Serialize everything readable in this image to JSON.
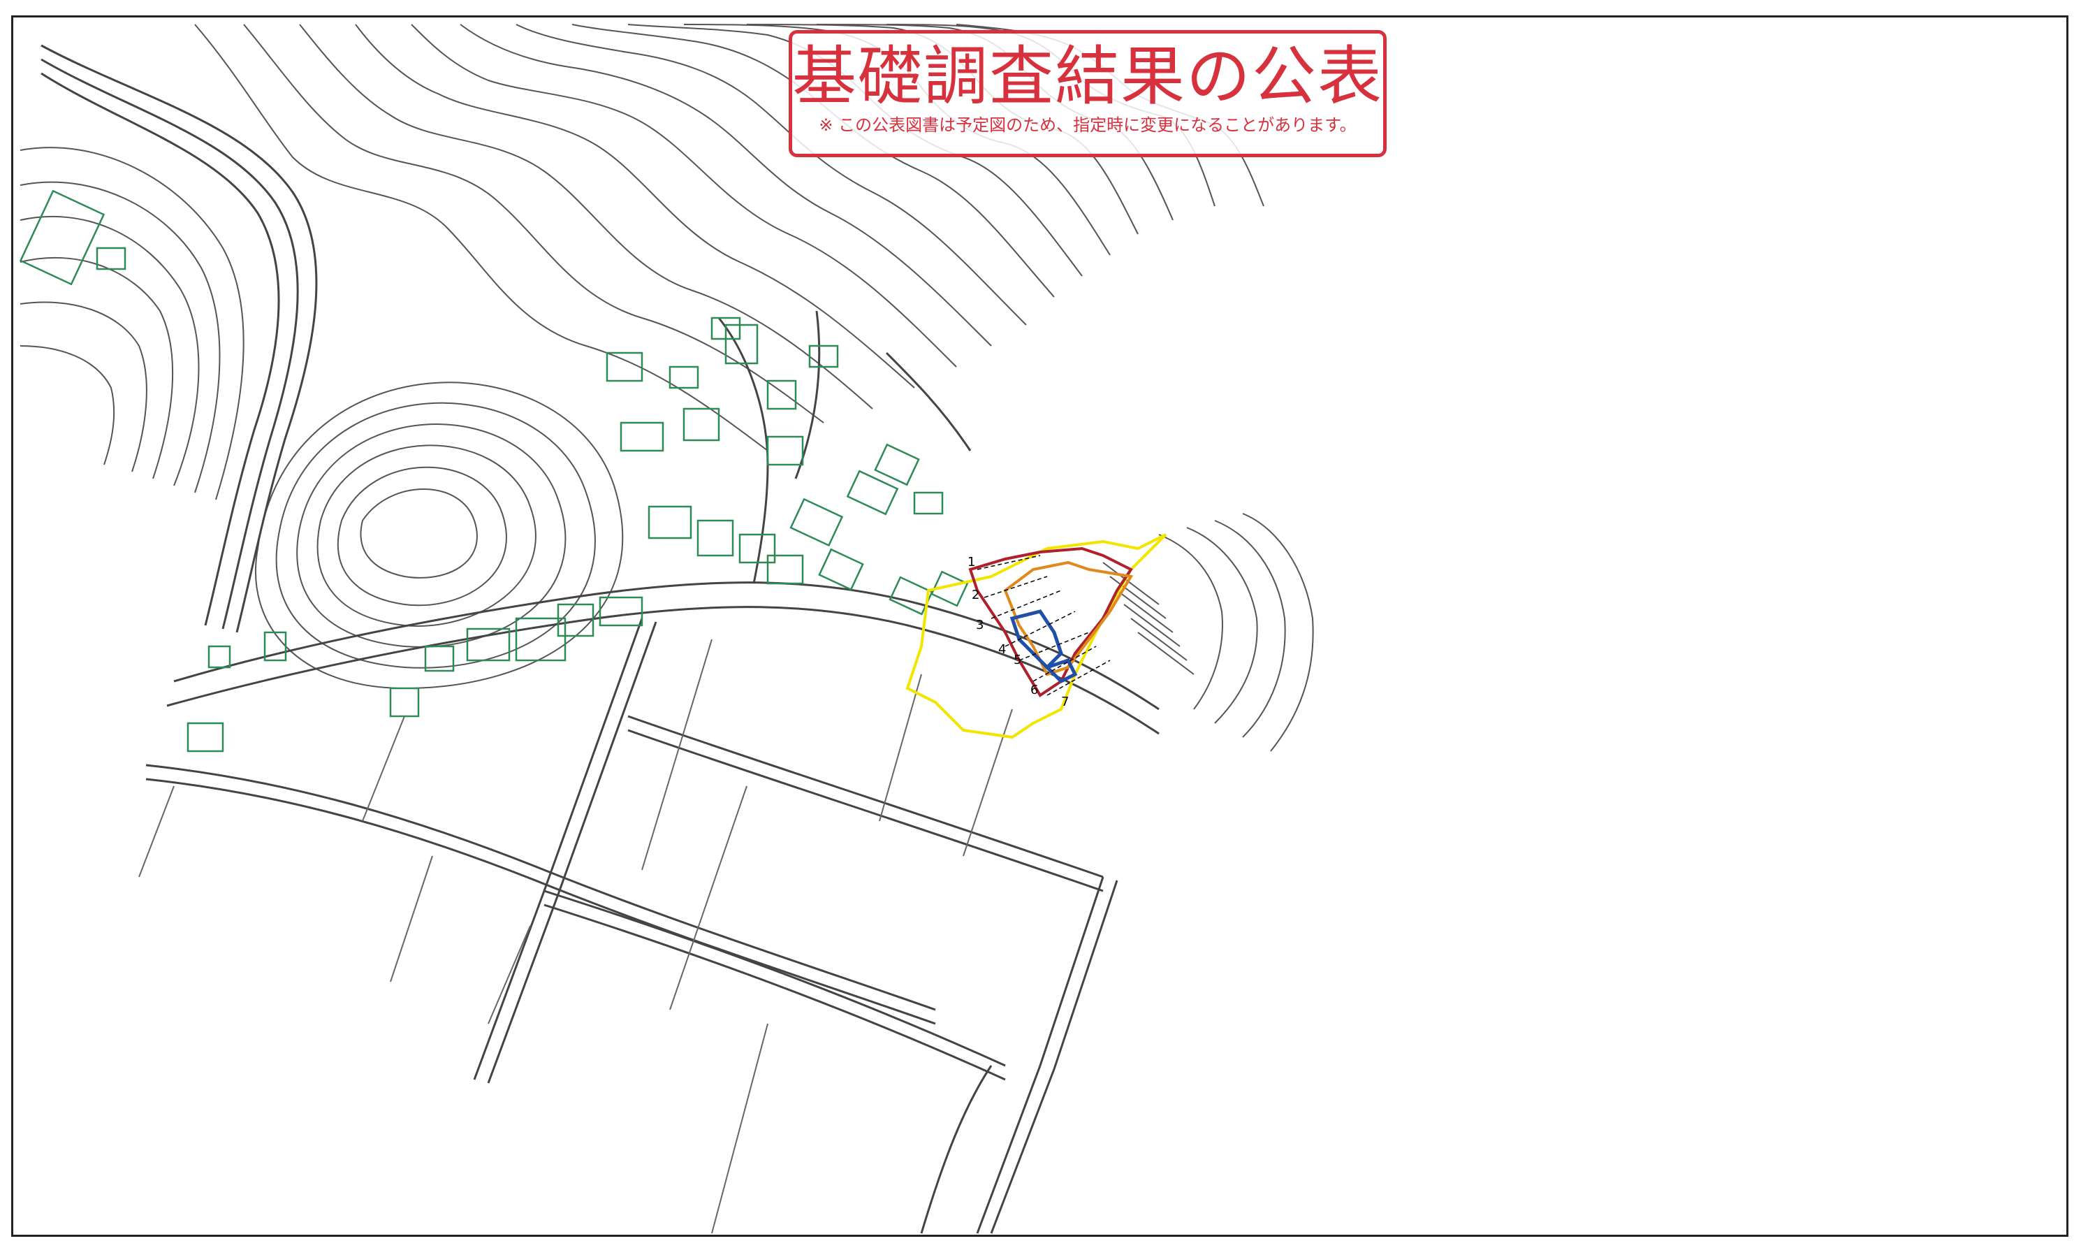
{
  "stamp": {
    "title": "基礎調査結果の公表",
    "note": "※ この公表図書は予定図のため、指定時に変更になることがあります。"
  },
  "slope_section_numbers": [
    "1",
    "2",
    "3",
    "4",
    "5",
    "6",
    "7"
  ],
  "colors": {
    "contour": "#555555",
    "road": "#444444",
    "building": "#2e8b57",
    "stamp": "#d8313e",
    "zone_yellow": "#f2e600",
    "zone_red": "#b0202a",
    "zone_orange": "#e08a1e",
    "zone_blue": "#1f4fa8"
  },
  "layers": {
    "contours": "contour-lines",
    "buildings": "building-outlines",
    "roads": "road-lines",
    "fields": "field-boundaries",
    "warning_zone": "yellow-zone",
    "special_warning_zone": "red-zone",
    "slope_face": "orange-zone",
    "structure": "blue-zone"
  }
}
